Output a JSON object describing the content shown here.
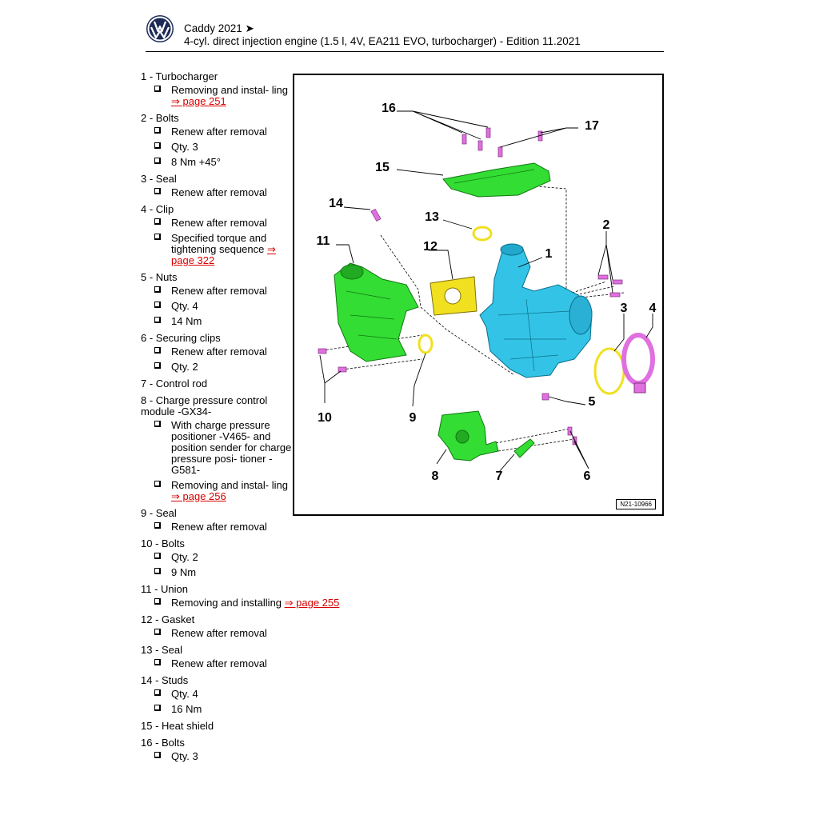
{
  "header": {
    "model": "Caddy 2021 ➤",
    "subtitle": "4-cyl. direct injection engine (1.5 l, 4V, EA211 EVO, turbocharger) - Edition 11.2021"
  },
  "items": [
    {
      "title": "1 - Turbocharger",
      "subs": [
        {
          "text": "Removing and instal- ling ",
          "link": "⇒ page 251"
        }
      ]
    },
    {
      "title": "2 - Bolts",
      "subs": [
        {
          "text": "Renew after removal"
        },
        {
          "text": "Qty. 3"
        },
        {
          "text": "8 Nm +45°"
        }
      ]
    },
    {
      "title": "3 - Seal",
      "subs": [
        {
          "text": "Renew after removal"
        }
      ]
    },
    {
      "title": "4 - Clip",
      "subs": [
        {
          "text": "Renew after removal"
        },
        {
          "text": "Specified torque and tightening sequence ",
          "link": "⇒ page 322"
        }
      ]
    },
    {
      "title": "5 - Nuts",
      "subs": [
        {
          "text": "Renew after removal"
        },
        {
          "text": "Qty. 4"
        },
        {
          "text": "14 Nm"
        }
      ]
    },
    {
      "title": "6 - Securing clips",
      "subs": [
        {
          "text": "Renew after removal"
        },
        {
          "text": "Qty. 2"
        }
      ]
    },
    {
      "title": "7 - Control rod",
      "subs": []
    },
    {
      "title": "8 - Charge pressure control module -GX34-",
      "subs": [
        {
          "text": "With charge pressure positioner -V465- and position sender for charge pressure posi- tioner -G581-"
        },
        {
          "text": "Removing and instal- ling ",
          "link": "⇒ page 256"
        }
      ]
    },
    {
      "title": "9 - Seal",
      "subs": [
        {
          "text": "Renew after removal"
        }
      ]
    },
    {
      "title": "10 - Bolts",
      "subs": [
        {
          "text": "Qty. 2"
        },
        {
          "text": "9 Nm"
        }
      ]
    },
    {
      "title": "11 - Union",
      "subs": [
        {
          "text": "Removing and installing ",
          "link": "⇒ page 255"
        }
      ],
      "wide": true
    },
    {
      "title": "12 - Gasket",
      "subs": [
        {
          "text": "Renew after removal"
        }
      ]
    },
    {
      "title": "13 - Seal",
      "subs": [
        {
          "text": "Renew after removal"
        }
      ]
    },
    {
      "title": "14 - Studs",
      "subs": [
        {
          "text": "Qty. 4"
        },
        {
          "text": "16 Nm"
        }
      ]
    },
    {
      "title": "15 - Heat shield",
      "subs": []
    },
    {
      "title": "16 - Bolts",
      "subs": [
        {
          "text": "Qty. 3"
        }
      ]
    }
  ],
  "figure": {
    "id": "N21-10966",
    "callouts": [
      "1",
      "2",
      "3",
      "4",
      "5",
      "6",
      "7",
      "8",
      "9",
      "10",
      "11",
      "12",
      "13",
      "14",
      "15",
      "16",
      "17"
    ],
    "colors": {
      "turbo": "#33c3e6",
      "union": "#33dd33",
      "seal": "#f0e020",
      "bolt": "#e070e0"
    }
  }
}
